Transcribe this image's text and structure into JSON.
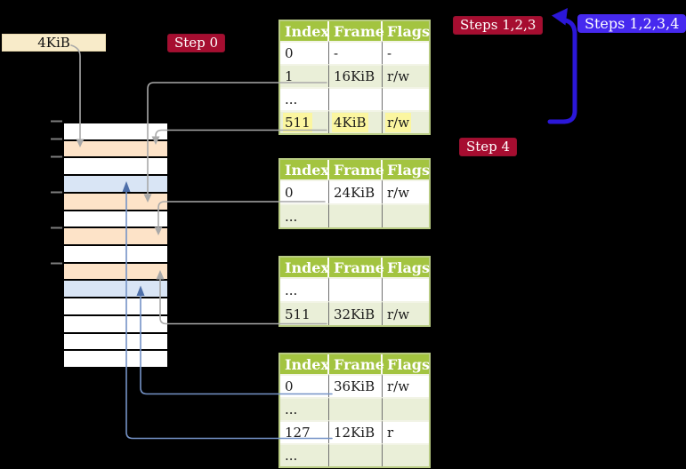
{
  "labels": {
    "frame_size_box": "4KiB",
    "step0": "Step 0",
    "steps_123": "Steps 1,2,3",
    "steps_1234": "Steps 1,2,3,4",
    "step4": "Step 4"
  },
  "page_tables": [
    {
      "headers": [
        "Index",
        "Frame",
        "Flags"
      ],
      "rows": [
        {
          "index": "0",
          "frame": "-",
          "flags": "-"
        },
        {
          "index": "1",
          "frame": "16KiB",
          "flags": "r/w"
        },
        {
          "index": "...",
          "frame": "",
          "flags": ""
        },
        {
          "index": "511",
          "frame": "4KiB",
          "flags": "r/w",
          "highlighted": true
        }
      ]
    },
    {
      "headers": [
        "Index",
        "Frame",
        "Flags"
      ],
      "rows": [
        {
          "index": "0",
          "frame": "24KiB",
          "flags": "r/w"
        },
        {
          "index": "...",
          "frame": "",
          "flags": ""
        }
      ]
    },
    {
      "headers": [
        "Index",
        "Frame",
        "Flags"
      ],
      "rows": [
        {
          "index": "...",
          "frame": "",
          "flags": ""
        },
        {
          "index": "511",
          "frame": "32KiB",
          "flags": "r/w"
        }
      ]
    },
    {
      "headers": [
        "Index",
        "Frame",
        "Flags"
      ],
      "rows": [
        {
          "index": "0",
          "frame": "36KiB",
          "flags": "r/w"
        },
        {
          "index": "...",
          "frame": "",
          "flags": ""
        },
        {
          "index": "127",
          "frame": "12KiB",
          "flags": "r"
        },
        {
          "index": "...",
          "frame": "",
          "flags": ""
        }
      ]
    }
  ],
  "memory_column": {
    "rows": [
      "white",
      "orange",
      "white",
      "blue",
      "orange",
      "white",
      "orange",
      "white",
      "orange",
      "blue",
      "white",
      "white",
      "white",
      "white"
    ]
  },
  "colors": {
    "background": "#000000",
    "table_header_green": "#a3c440",
    "table_row_green": "#eaefd8",
    "highlight_yellow": "#fbf6a0",
    "frame_box_beige": "#f8ebc9",
    "memory_orange": "#fde3c8",
    "memory_blue": "#d9e5f5",
    "step_label_crimson": "#a60d30",
    "steps_label_blue": "#4629ef",
    "loop_arrow_blue": "#2b17d8",
    "connector_gray": "#a9a9a9",
    "connector_blue": "#7593c7"
  }
}
